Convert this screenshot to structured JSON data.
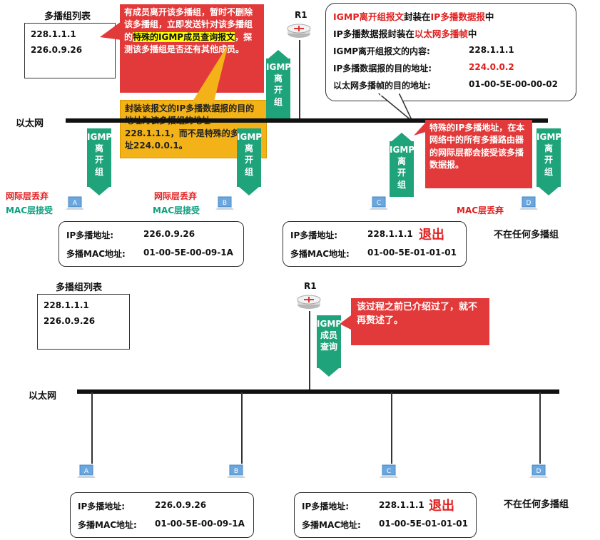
{
  "top": {
    "list_title": "多播组列表",
    "groups": [
      "228.1.1.1",
      "226.0.9.26"
    ],
    "router": "R1",
    "ethernet": "以太网",
    "callout_red": "有成员离开该多播组，暂时不删除该多播组，立即发送针对该多播组的",
    "callout_red_highlight": "特殊的IGMP成员查询报文",
    "callout_red_end": "，探测该多播组是否还有其他成员。",
    "callout_orange": "封装该报文的IP多播数据报的目的地址为该多播组的地址228.1.1.1，而不是特殊的多播地址224.0.0.1。",
    "info": {
      "line1_a": "IGMP离开组报文",
      "line1_b": "封装在",
      "line1_c": "IP多播数据报",
      "line1_d": "中",
      "line2_a": "IP多播数据报封装在",
      "line2_b": "以太网多播帧",
      "line2_c": "中",
      "line3_k": "IGMP离开组报文的内容:",
      "line3_v": "228.1.1.1",
      "line4_k": "IP多播数据报的目的地址:",
      "line4_v": "224.0.0.2",
      "line5_k": "以太网多播帧的目的地址:",
      "line5_v": "01-00-5E-00-00-02"
    },
    "callout_special": "特殊的IP多播地址，在本网络中的所有多播路由器的网际层都会接受该多播数据报。",
    "arrow_leave": [
      "IGMP",
      "离",
      "开",
      "组"
    ],
    "drop_ip": "网际层丢弃",
    "mac_accept": "MAC层接受",
    "mac_drop": "MAC层丢弃",
    "hosts": [
      "A",
      "B",
      "C",
      "D"
    ],
    "ab_ip_key": "IP多播地址:",
    "ab_ip_val": "226.0.9.26",
    "ab_mac_key": "多播MAC地址:",
    "ab_mac_val": "01-00-5E-00-09-1A",
    "c_ip_key": "IP多播地址:",
    "c_ip_val": "228.1.1.1",
    "c_exit": "退出",
    "c_mac_key": "多播MAC地址:",
    "c_mac_val": "01-00-5E-01-01-01",
    "d_text": "不在任何多播组"
  },
  "bottom": {
    "list_title": "多播组列表",
    "groups": [
      "228.1.1.1",
      "226.0.9.26"
    ],
    "router": "R1",
    "ethernet": "以太网",
    "arrow_query": [
      "IGMP",
      "成员",
      "查询"
    ],
    "callout": "该过程之前已介绍过了，就不再赘述了。",
    "hosts": [
      "A",
      "B",
      "C",
      "D"
    ],
    "ab_ip_key": "IP多播地址:",
    "ab_ip_val": "226.0.9.26",
    "ab_mac_key": "多播MAC地址:",
    "ab_mac_val": "01-00-5E-00-09-1A",
    "c_ip_key": "IP多播地址:",
    "c_ip_val": "228.1.1.1",
    "c_exit": "退出",
    "c_mac_key": "多播MAC地址:",
    "c_mac_val": "01-00-5E-01-01-01",
    "d_text": "不在任何多播组"
  },
  "colors": {
    "green_arrow": "#1fa37a",
    "red_callout": "#e23a3a",
    "orange_callout": "#f3b318",
    "highlight": "#ffff00",
    "red_text": "#e02020",
    "green_text": "#10a080",
    "laptop_blue": "#6aa6e0"
  }
}
